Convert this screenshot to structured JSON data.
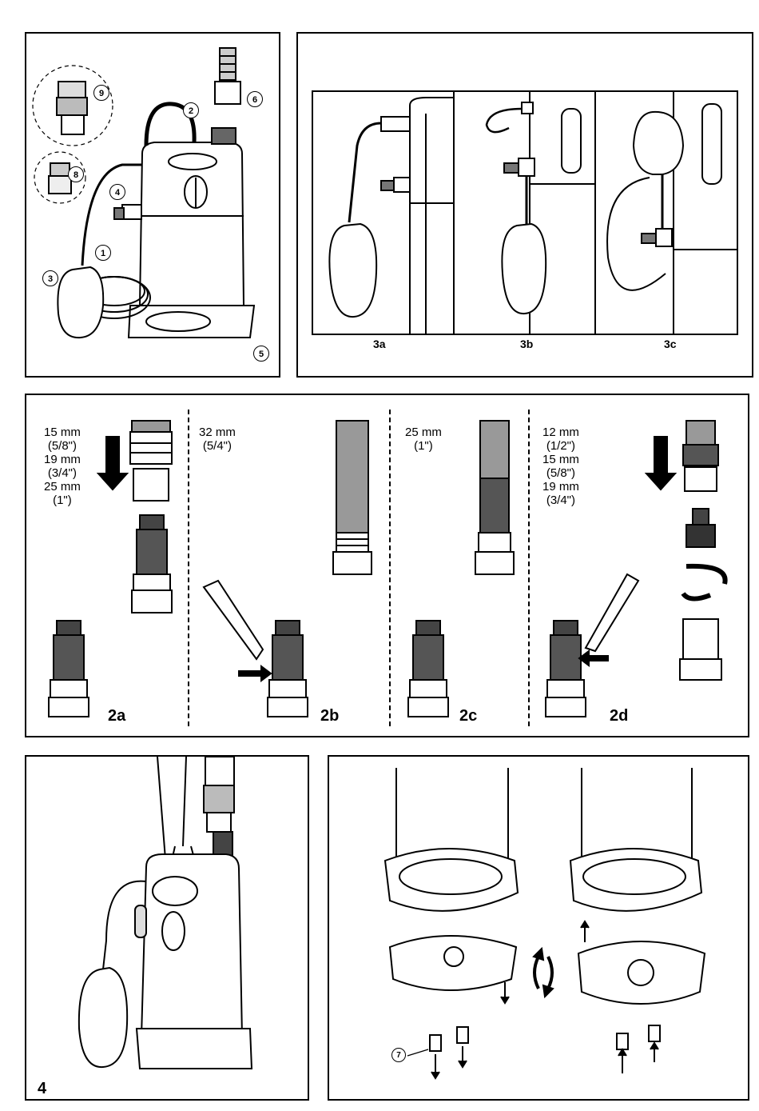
{
  "panel1": {
    "callouts": [
      "1",
      "2",
      "3",
      "4",
      "5",
      "6",
      "7",
      "8",
      "9"
    ]
  },
  "panel3": {
    "labels": [
      "3a",
      "3b",
      "3c"
    ]
  },
  "panel2": {
    "a": {
      "measure": "15 mm\n(5/8\")\n19 mm\n(3/4\")\n25 mm\n(1\")",
      "label": "2a"
    },
    "b": {
      "measure": "32 mm\n(5/4\")",
      "label": "2b"
    },
    "c": {
      "measure": "25 mm\n(1\")",
      "label": "2c"
    },
    "d": {
      "measure": "12 mm\n(1/2\")\n15 mm\n(5/8\")\n19 mm\n(3/4\")",
      "label": "2d"
    }
  },
  "panel4": {
    "label": "4"
  },
  "panel5": {
    "callout": "7"
  }
}
